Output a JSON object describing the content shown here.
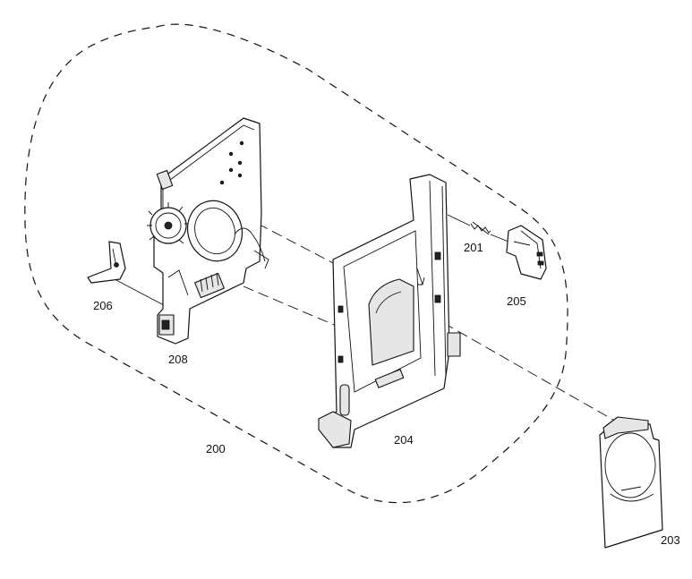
{
  "colors": {
    "line": "#111111",
    "background": "#ffffff",
    "fill_light": "#e6e6e6"
  },
  "labels": {
    "part_200": "200",
    "part_201": "201",
    "part_203": "203",
    "part_204": "204",
    "part_205": "205",
    "part_206": "206",
    "part_208": "208"
  }
}
